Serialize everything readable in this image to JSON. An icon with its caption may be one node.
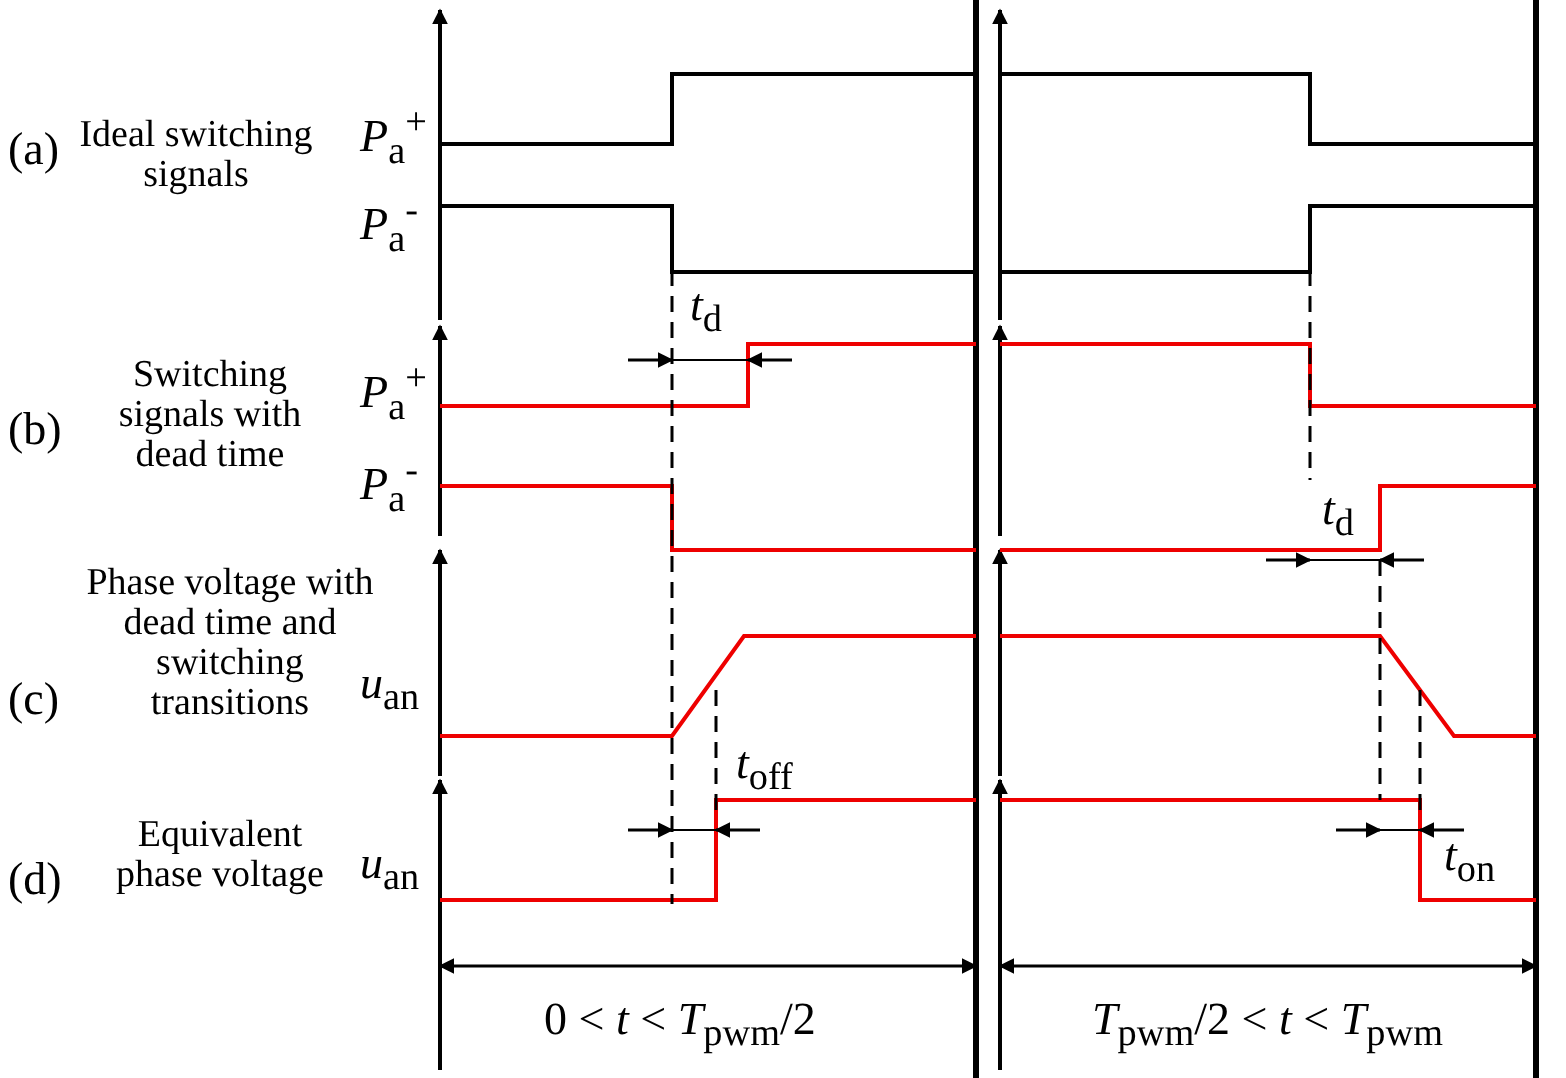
{
  "diagram": {
    "labels": [
      "(a)",
      "Ideal switching signals",
      "*P*$_{a}$$^{+}$",
      "*P*$_{a}$$^{-}$",
      "(b)",
      "Switching signals with dead time",
      "*P*$_{a}$$^{+}$",
      "*P*$_{a}$$^{-}$",
      "*t*$_{d}$",
      "*t*$_{d}$",
      "(c)",
      "Phase voltage with dead time and switching transitions",
      "*u*$_{an}$",
      "*t*$_{off}$",
      "(d)",
      "Equivalent phase voltage",
      "*u*$_{an}$",
      "*t*$_{on}$",
      "0 < *t* < *T*$_{pwm}$/2",
      "*T*$_{pwm}$/2 < *t* < *T*$_{pwm}$"
    ]
  }
}
